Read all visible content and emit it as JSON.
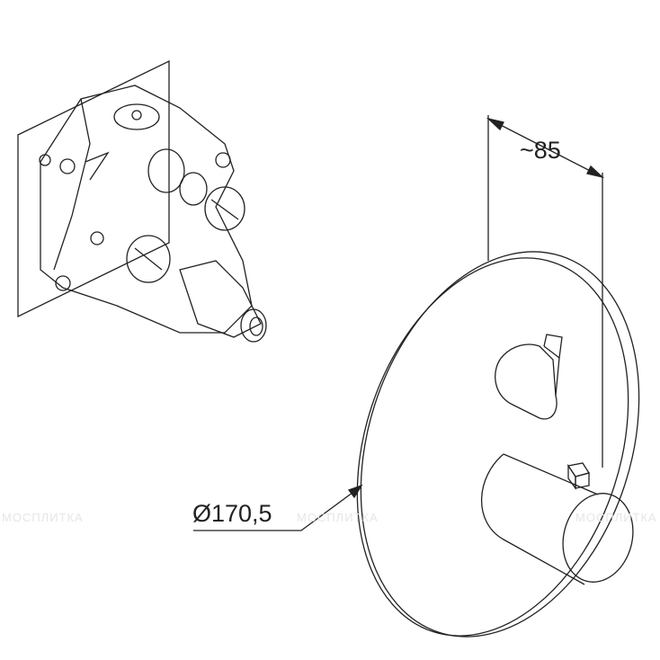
{
  "dimensions": {
    "depth_label": "~85",
    "diameter_label": "Ø170,5"
  },
  "watermark": "МОСПЛИТКА",
  "colors": {
    "line": "#222222",
    "background": "#ffffff"
  }
}
